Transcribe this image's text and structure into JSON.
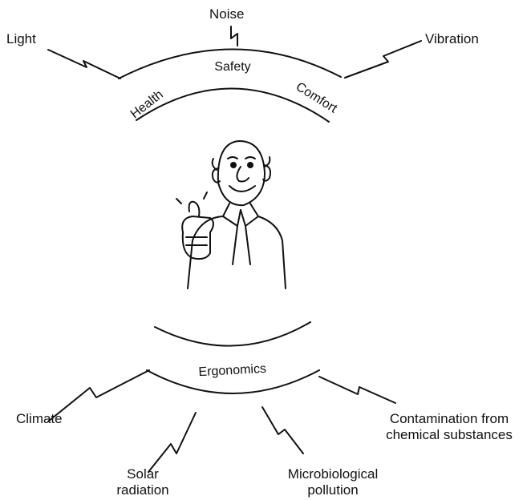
{
  "influences_top": {
    "light": "Light",
    "noise": "Noise",
    "vibration": "Vibration"
  },
  "upper_arc": {
    "health": "Health",
    "safety": "Safety",
    "comfort": "Comfort"
  },
  "lower_arc": {
    "ergonomics": "Ergonomics"
  },
  "influences_bottom": {
    "climate": "Climate",
    "solar_radiation": [
      "Solar",
      "radiation"
    ],
    "microbiological_pollution": [
      "Microbiological",
      "pollution"
    ],
    "contamination": [
      "Contamination from",
      "chemical substances"
    ]
  },
  "colors": {
    "ink": "#111111",
    "background": "#ffffff"
  }
}
